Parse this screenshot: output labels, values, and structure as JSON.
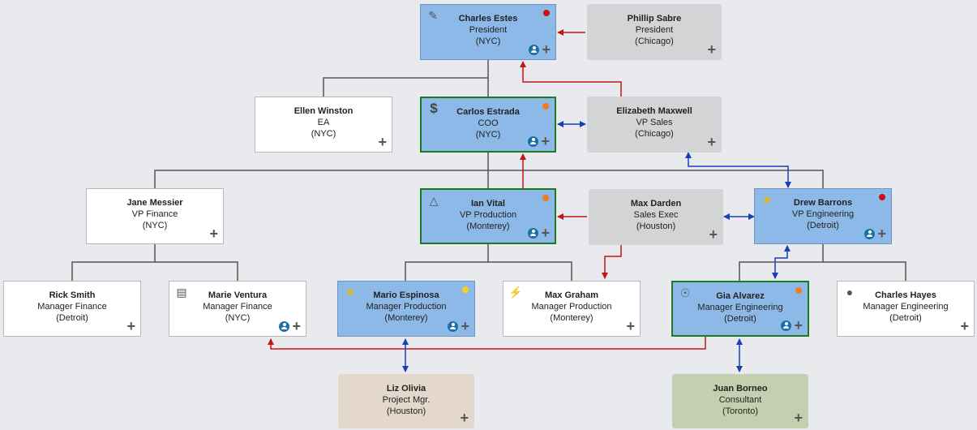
{
  "nodes": [
    {
      "id": "charles-estes",
      "name": "Charles Estes",
      "role": "President",
      "loc": "(NYC)",
      "style": "blue",
      "dot": "#cc1111",
      "icon": "signature-icon",
      "person": true
    },
    {
      "id": "phillip-sabre",
      "name": "Phillip Sabre",
      "role": "President",
      "loc": "(Chicago)",
      "style": "grey"
    },
    {
      "id": "ellen-winston",
      "name": "Ellen Winston",
      "role": "EA",
      "loc": "(NYC)",
      "style": "white"
    },
    {
      "id": "carlos-estrada",
      "name": "Carlos Estrada",
      "role": "COO",
      "loc": "(NYC)",
      "style": "blue",
      "highlight": true,
      "dot": "#f07a1e",
      "icon": "dollar-icon",
      "person": true
    },
    {
      "id": "elizabeth-maxwell",
      "name": "Elizabeth Maxwell",
      "role": "VP Sales",
      "loc": "(Chicago)",
      "style": "grey"
    },
    {
      "id": "jane-messier",
      "name": "Jane Messier",
      "role": "VP Finance",
      "loc": "(NYC)",
      "style": "white"
    },
    {
      "id": "ian-vital",
      "name": "Ian Vital",
      "role": "VP Production",
      "loc": "(Monterey)",
      "style": "blue",
      "highlight": true,
      "dot": "#f07a1e",
      "icon": "chart-icon",
      "person": true
    },
    {
      "id": "max-darden",
      "name": "Max Darden",
      "role": "Sales Exec",
      "loc": "(Houston)",
      "style": "grey"
    },
    {
      "id": "drew-barrons",
      "name": "Drew Barrons",
      "role": "VP Engineering",
      "loc": "(Detroit)",
      "style": "blue",
      "dot": "#cc1111",
      "icon": "star-icon",
      "person": true
    },
    {
      "id": "rick-smith",
      "name": "Rick Smith",
      "role": "Manager Finance",
      "loc": "(Detroit)",
      "style": "white"
    },
    {
      "id": "marie-ventura",
      "name": "Marie Ventura",
      "role": "Manager Finance",
      "loc": "(NYC)",
      "style": "white",
      "icon": "document-icon",
      "person": true
    },
    {
      "id": "mario-espinosa",
      "name": "Mario Espinosa",
      "role": "Manager Production",
      "loc": "(Monterey)",
      "style": "blue",
      "dot": "#f2d21b",
      "icon": "star-icon",
      "person": true
    },
    {
      "id": "max-graham",
      "name": "Max Graham",
      "role": "Manager Production",
      "loc": "(Monterey)",
      "style": "white",
      "icon": "lightning-icon"
    },
    {
      "id": "gia-alvarez",
      "name": "Gia Alvarez",
      "role": "Manager Engineering",
      "loc": "(Detroit)",
      "style": "blue",
      "highlight": true,
      "dot": "#f07a1e",
      "icon": "lightbulb-icon",
      "person": true
    },
    {
      "id": "charles-hayes",
      "name": "Charles Hayes",
      "role": "Manager Engineering",
      "loc": "(Detroit)",
      "style": "white",
      "icon": "speech-bubble-icon"
    },
    {
      "id": "liz-olivia",
      "name": "Liz Olivia",
      "role": "Project Mgr.",
      "loc": "(Houston)",
      "style": "peach"
    },
    {
      "id": "juan-borneo",
      "name": "Juan Borneo",
      "role": "Consultant",
      "loc": "(Toronto)",
      "style": "sage"
    }
  ],
  "colors": {
    "tree_line": "#555555",
    "red_link": "#c01818",
    "blue_link": "#1540b8",
    "highlight_border": "#1d7a23"
  },
  "expand_glyph": "+"
}
